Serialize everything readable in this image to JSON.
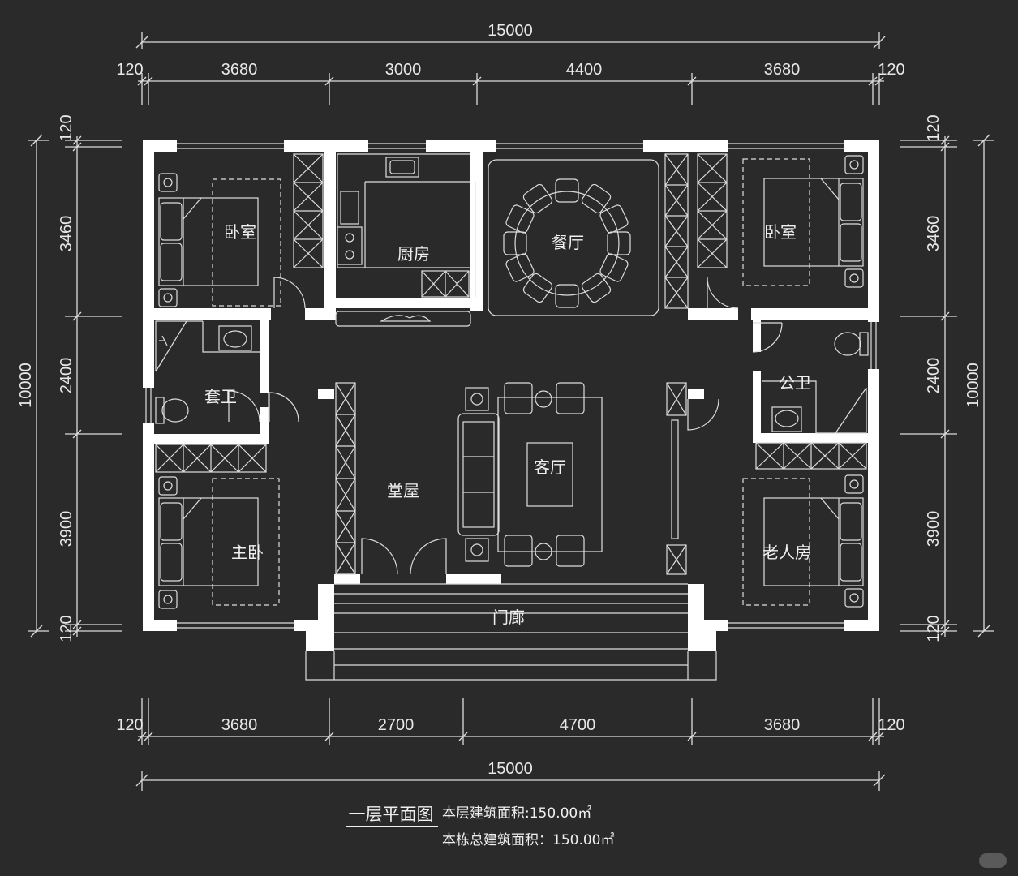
{
  "dimensions": {
    "top_total": "15000",
    "top_segments": [
      "120",
      "3680",
      "3000",
      "4400",
      "3680",
      "120"
    ],
    "bottom_segments": [
      "120",
      "3680",
      "2700",
      "4700",
      "3680",
      "120"
    ],
    "bottom_total": "15000",
    "left_segments": [
      "120",
      "3460",
      "2400",
      "3900",
      "120"
    ],
    "left_total": "10000",
    "right_segments": [
      "120",
      "3460",
      "2400",
      "3900",
      "120"
    ],
    "right_total": "10000"
  },
  "rooms": {
    "bedroom_nw": "卧室",
    "kitchen": "厨房",
    "dining": "餐厅",
    "bedroom_ne": "卧室",
    "ensuite_bath": "套卫",
    "public_bath": "公卫",
    "hall": "堂屋",
    "living": "客厅",
    "master_bedroom": "主卧",
    "elder_room": "老人房",
    "porch": "门廊"
  },
  "title": {
    "drawing_name": "一层平面图",
    "floor_area": "本层建筑面积:150.00㎡",
    "total_area": "本栋总建筑面积：150.00㎡"
  },
  "colors": {
    "background": "#2a2a2a",
    "wall": "#ffffff",
    "line": "#e8e8e8"
  }
}
